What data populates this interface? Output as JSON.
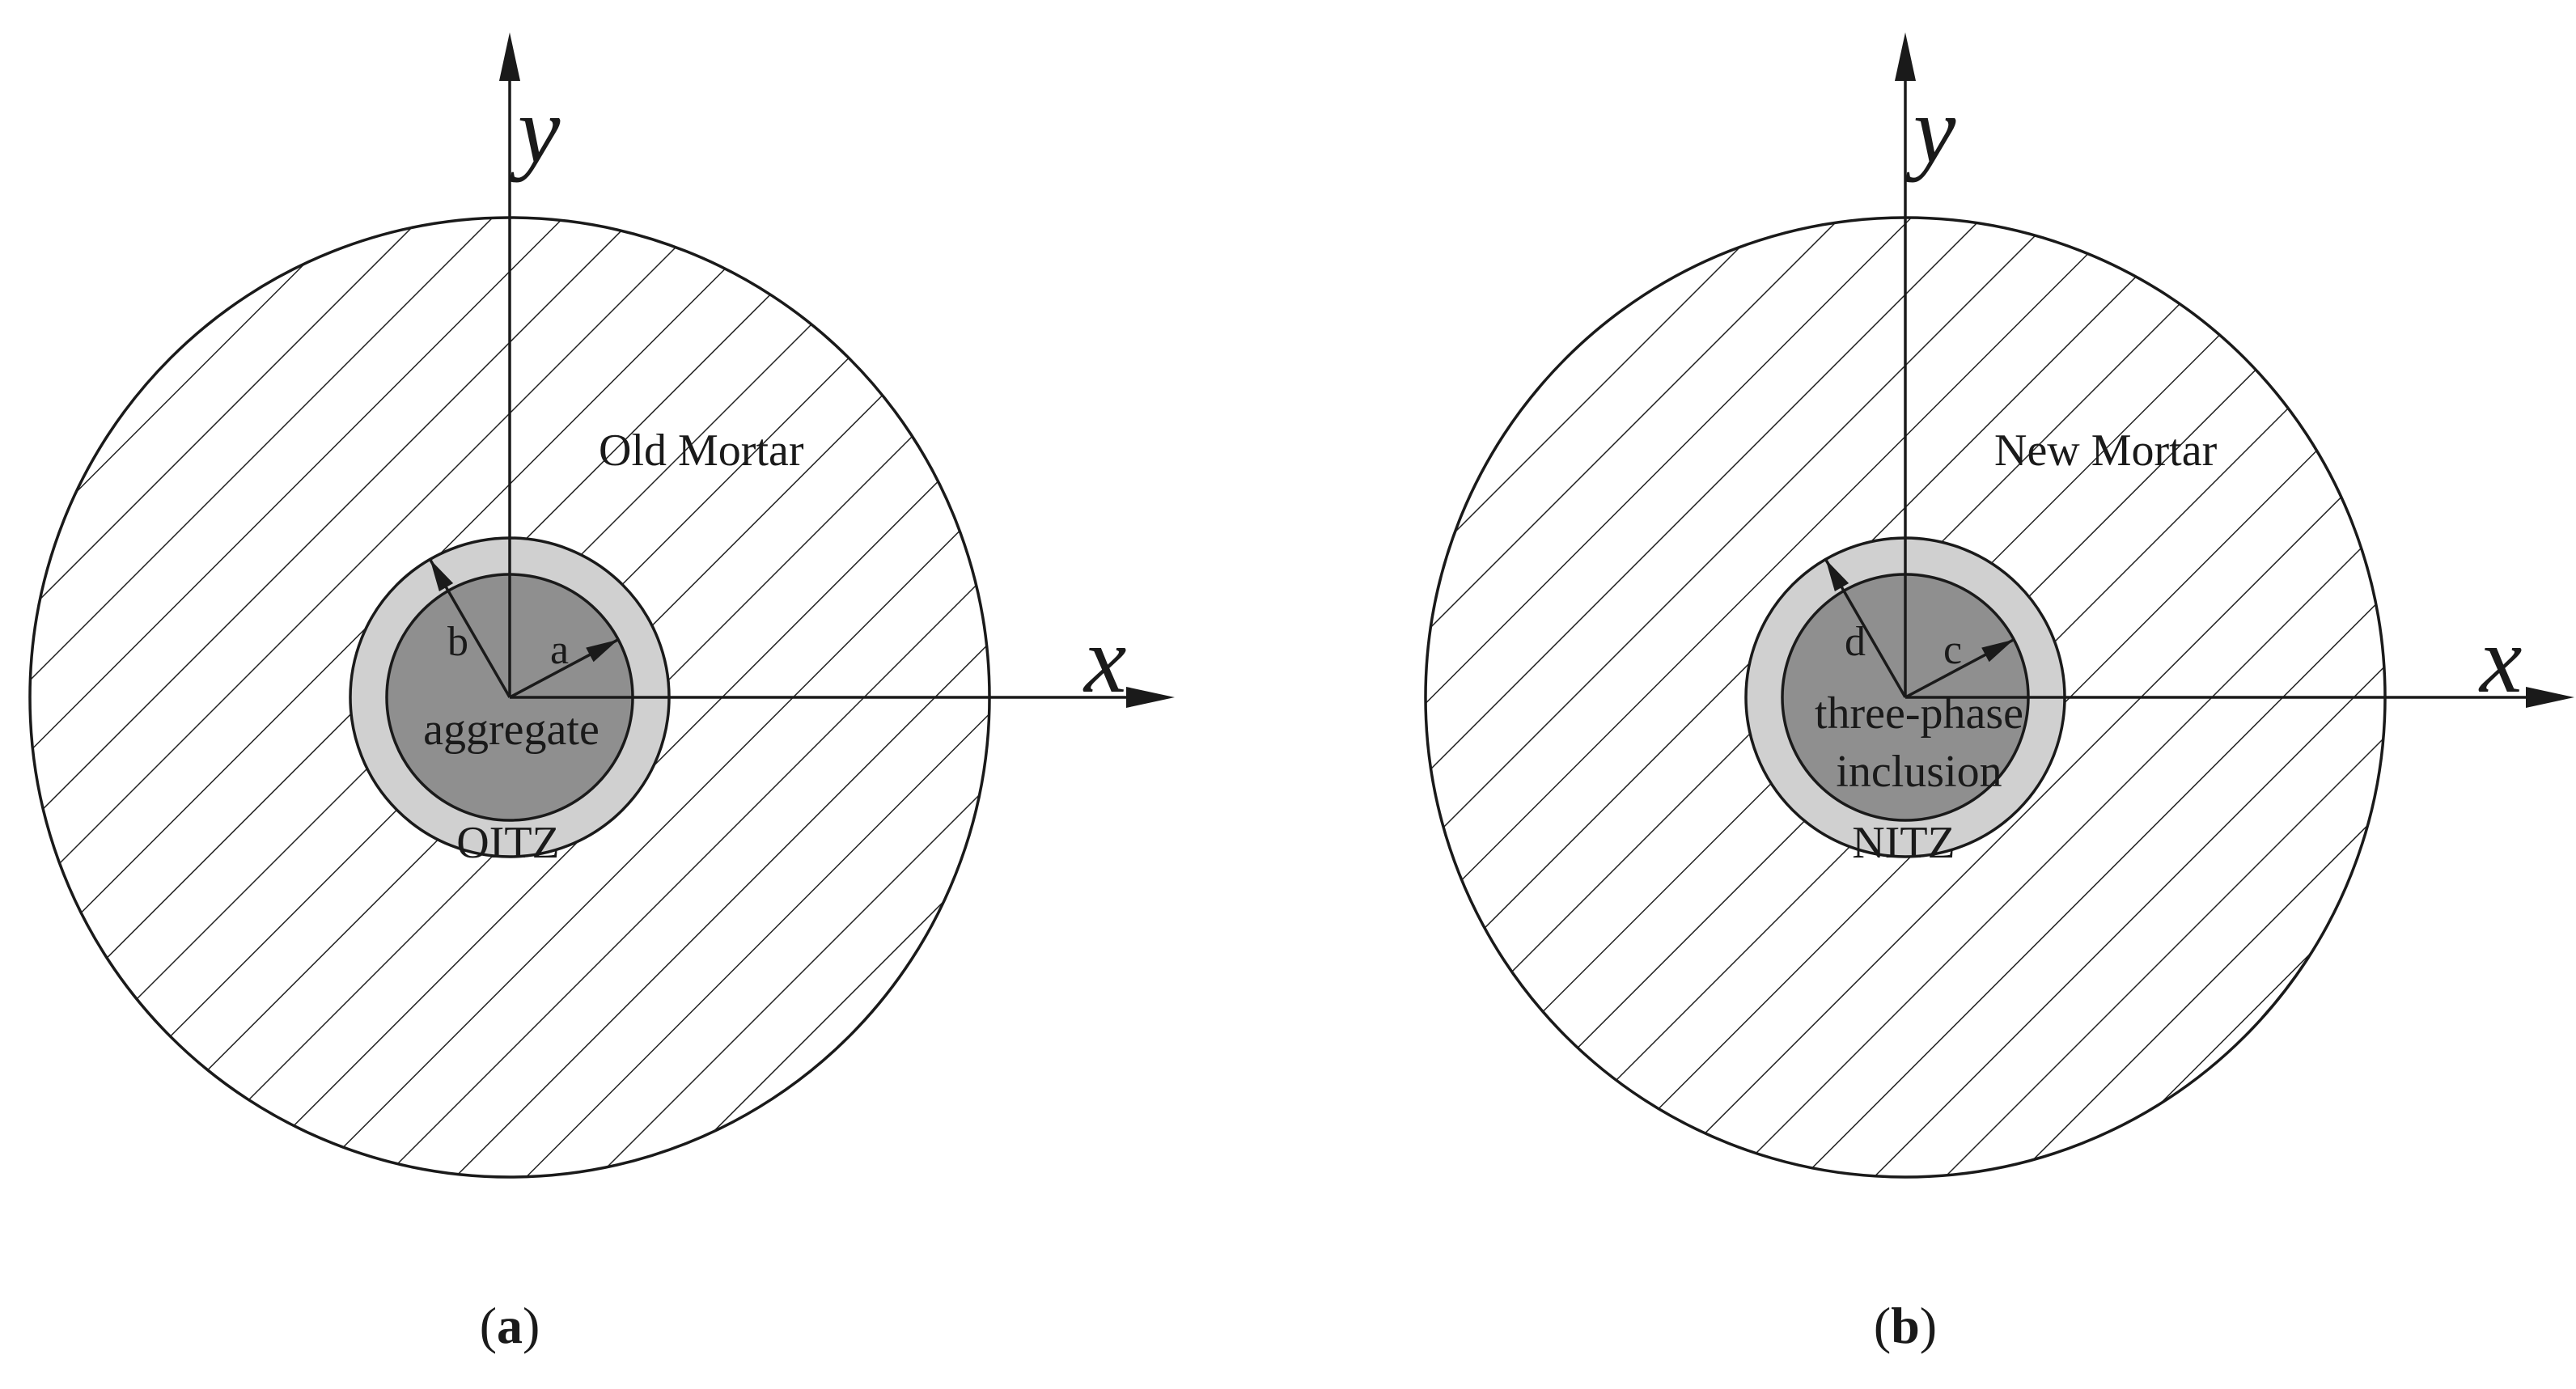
{
  "colors": {
    "line": "#1a1a1a",
    "hatch": "#222222",
    "outer_fill": "#ffffff",
    "itz_fill": "#d0d0d0",
    "core_fill": "#8f8f8f"
  },
  "panels": [
    {
      "id": "a",
      "caption": {
        "open": "(",
        "letter": "a",
        "close": ")"
      },
      "outer_label": "Old Mortar",
      "core_label_lines": [
        "aggregate"
      ],
      "itz_label": "OITZ",
      "inner_radius_label": "a",
      "outer_radius_label": "b",
      "x_axis_label": "x",
      "y_axis_label": "y"
    },
    {
      "id": "b",
      "caption": {
        "open": "(",
        "letter": "b",
        "close": ")"
      },
      "outer_label": "New Mortar",
      "core_label_lines": [
        "three-phase",
        "inclusion"
      ],
      "itz_label": "NITZ",
      "inner_radius_label": "c",
      "outer_radius_label": "d",
      "x_axis_label": "x",
      "y_axis_label": "y"
    }
  ]
}
